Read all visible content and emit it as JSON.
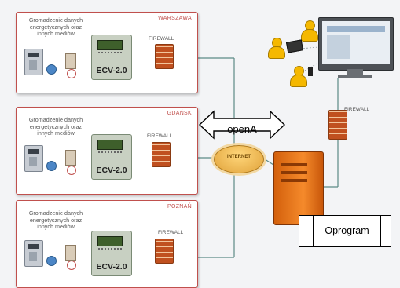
{
  "sites": [
    {
      "city": "WARSZAWA",
      "description": "Gromadzenie danych energetycznych oraz innych mediów",
      "device_label": "ECV-2.0",
      "firewall_label": "FIREWALL"
    },
    {
      "city": "GDAŃSK",
      "description": "Gromadzenie danych energetycznych oraz innych mediów",
      "device_label": "ECV-2.0",
      "firewall_label": "FIREWALL"
    },
    {
      "city": "POZNAŃ",
      "description": "Gromadzenie danych energetycznych oraz innych mediów",
      "device_label": "ECV-2.0",
      "firewall_label": "FIREWALL"
    }
  ],
  "internet_label": "INTERNET",
  "central_firewall_label": "FIREWALL",
  "overlay": {
    "arrow_label": "openA",
    "box_label": "Oprogram"
  },
  "colors": {
    "panel_border": "#c0504d",
    "link_line": "#5b8a86",
    "server": "#e8731a",
    "firewall": "#c0501f",
    "users": "#f5b800"
  },
  "icons": [
    "electricity-meter-icon",
    "water-meter-icon",
    "gas-meter-icon",
    "gauge-icon",
    "firewall-icon",
    "internet-cloud-icon",
    "server-icon",
    "monitor-icon",
    "user-icon",
    "tablet-icon",
    "phone-icon"
  ]
}
